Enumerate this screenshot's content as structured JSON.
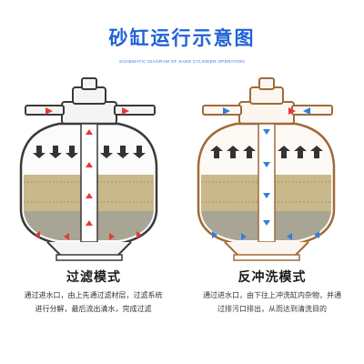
{
  "header": {
    "title": "砂缸运行示意图",
    "subtitle": "SCHEMATIC DIAGRAM OF SAND CYLINDER OPERATION"
  },
  "filter_mode": {
    "title": "过滤模式",
    "desc_lines": [
      "通过进水口，由上先通过滤材层，过滤系统",
      "进行分解，最后流出清水，完成过滤"
    ]
  },
  "backwash_mode": {
    "title": "反冲洗模式",
    "desc_lines": [
      "通过进水口，由下往上冲洗缸内杂物，并通",
      "过排污口排出，从而达到清洗目的"
    ]
  },
  "colors": {
    "title": "#1f63d6",
    "filter_body": "#3a3a3a",
    "backwash_body": "#a06a3a",
    "arrow_red": "#e53935",
    "arrow_blue": "#2f80d8",
    "arrow_dark": "#333333",
    "sand": "#c9b98a",
    "gravel": "#a8a595"
  }
}
